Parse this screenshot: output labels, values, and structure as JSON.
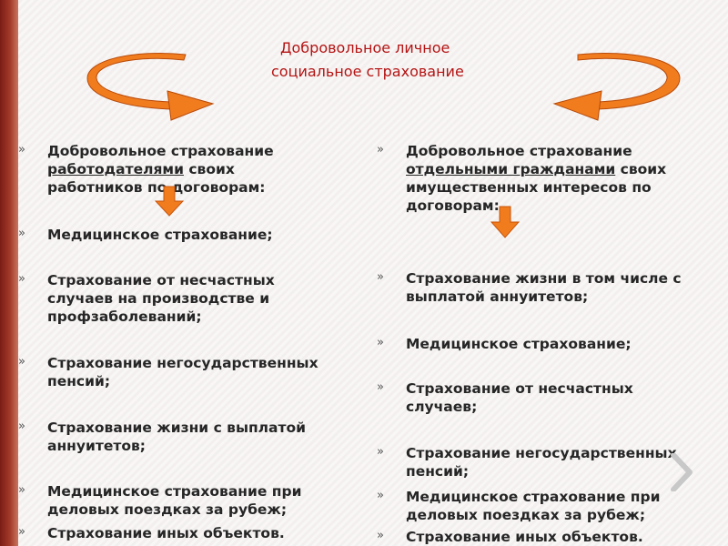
{
  "title": {
    "line1": "Добровольное личное",
    "line2": "социальное страхование"
  },
  "left": {
    "intro": {
      "prefix": "Добровольное страхование",
      "underlined": "работодателями",
      "suffix": " своих",
      "line3": "работников по договорам:"
    },
    "items": [
      "Медицинское страхование;",
      "Страхование от несчастных случаев на производстве и профзаболеваний;",
      "Страхование негосударственных пенсий;",
      "Страхование жизни с выплатой аннуитетов;",
      "Медицинское страхование при деловых поездках за рубеж;",
      "Страхование иных объектов."
    ]
  },
  "right": {
    "intro": {
      "prefix": "Добровольное страхование",
      "underlined": "отдельными гражданами",
      "suffix": " своих",
      "line3": "имущественных интересов по",
      "line4": "договорам:"
    },
    "items": [
      "Страхование жизни в том числе с выплатой аннуитетов;",
      "Медицинское страхование;",
      "Страхование от несчастных случаев;",
      "Страхование негосударственных пенсий;",
      "Медицинское страхование при деловых поездках за рубеж;",
      "Страхование иных объектов."
    ]
  },
  "bullet_symbol": "»",
  "colors": {
    "title": "#b41414",
    "arrow_fill": "#f07c1e",
    "arrow_dark": "#c9540c",
    "left_bar": "#8b2a1e"
  },
  "icons": {
    "curved_arrow_left": "curved-arrow-left-icon",
    "curved_arrow_right": "curved-arrow-right-icon",
    "down_arrow": "down-arrow-icon",
    "next": "chevron-right-icon"
  }
}
